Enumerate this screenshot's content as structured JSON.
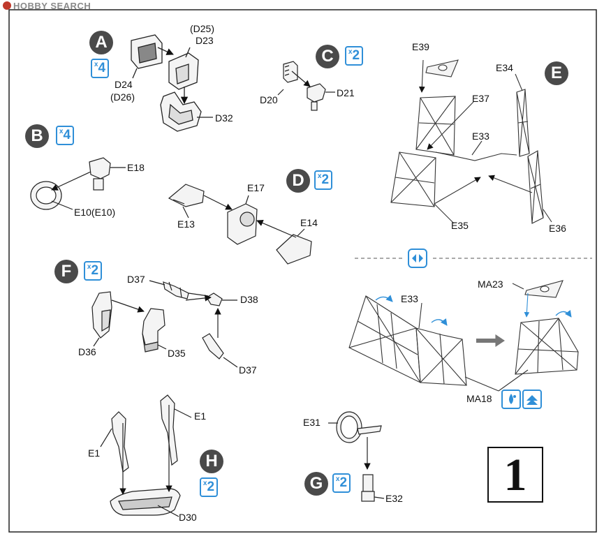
{
  "logo": {
    "text": "HOBBY SEARCH"
  },
  "step_number": "1",
  "steps": {
    "A": {
      "letter": "A",
      "multiplier": "4"
    },
    "B": {
      "letter": "B",
      "multiplier": "4"
    },
    "C": {
      "letter": "C",
      "multiplier": "2"
    },
    "D": {
      "letter": "D",
      "multiplier": "2"
    },
    "E": {
      "letter": "E"
    },
    "F": {
      "letter": "F",
      "multiplier": "2"
    },
    "G": {
      "letter": "G",
      "multiplier": "2"
    },
    "H": {
      "letter": "H",
      "multiplier": "2"
    }
  },
  "multiplier_prefix": "x",
  "parts": {
    "d25": "(D25)",
    "d23": "D23",
    "d24": "D24",
    "d26": "(D26)",
    "d32": "D32",
    "d20": "D20",
    "d21": "D21",
    "e18": "E18",
    "e10": "E10(E10)",
    "e13": "E13",
    "e17": "E17",
    "e14": "E14",
    "e39": "E39",
    "e34": "E34",
    "e37": "E37",
    "e33": "E33",
    "e35": "E35",
    "e36": "E36",
    "d37a": "D37",
    "d38": "D38",
    "d36": "D36",
    "d35": "D35",
    "d37b": "D37",
    "e33b": "E33",
    "ma23": "MA23",
    "ma18": "MA18",
    "e1a": "E1",
    "e1b": "E1",
    "d30": "D30",
    "e31": "E31",
    "e32": "E32"
  },
  "icons": {
    "flip": "flip-parts-icon",
    "glue": "glue-drop-icon",
    "bend": "bend-up-icon"
  },
  "colors": {
    "accent_blue": "#2f8fd8",
    "step_circle": "#4a4a4a",
    "line": "#222222"
  }
}
